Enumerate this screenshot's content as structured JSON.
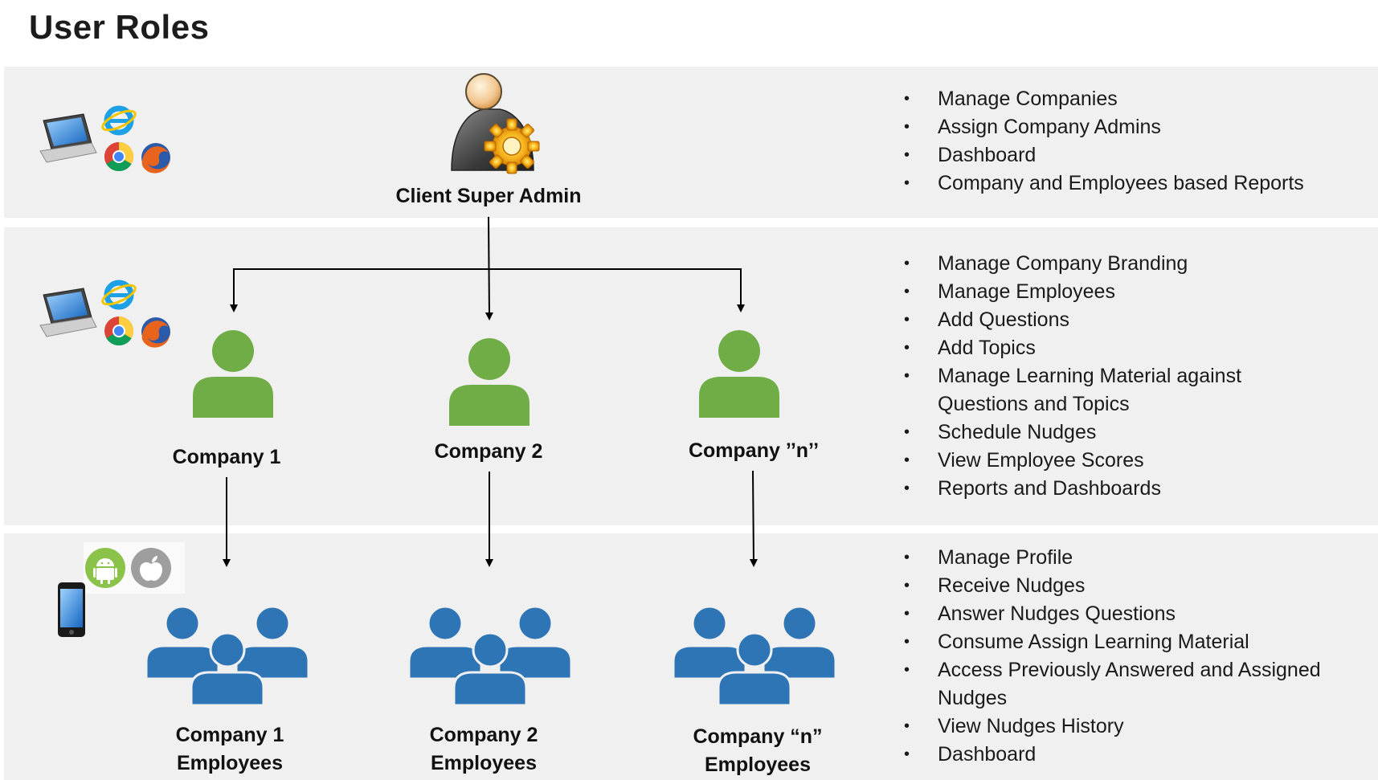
{
  "title": "User Roles",
  "super_admin": {
    "label": "Client Super Admin",
    "permissions": [
      "Manage Companies",
      "Assign Company Admins",
      "Dashboard",
      "Company and Employees based Reports"
    ]
  },
  "companies": [
    {
      "label": "Company 1",
      "employees_line1": "Company 1",
      "employees_line2": "Employees"
    },
    {
      "label": "Company 2",
      "employees_line1": "Company 2",
      "employees_line2": "Employees"
    },
    {
      "label": "Company ’’n’’",
      "employees_line1": "Company “n”",
      "employees_line2": "Employees"
    }
  ],
  "company_admin_permissions": [
    "Manage Company Branding",
    "Manage Employees",
    "Add Questions",
    "Add Topics",
    "Manage Learning Material against Questions and Topics",
    "Schedule Nudges",
    "View Employee Scores",
    "Reports and Dashboards"
  ],
  "employee_permissions": [
    "Manage Profile",
    "Receive Nudges",
    "Answer Nudges Questions",
    "Consume Assign Learning Material",
    "Access Previously Answered and Assigned Nudges",
    "View Nudges History",
    "Dashboard"
  ],
  "platform_icons": {
    "web": [
      "laptop-icon",
      "internet-explorer-icon",
      "chrome-icon",
      "firefox-icon"
    ],
    "mobile": [
      "smartphone-icon",
      "android-icon",
      "apple-icon"
    ]
  },
  "colors": {
    "band": "#f0f0f0",
    "company_green": "#70ad47",
    "employee_blue": "#2e75b6",
    "connector": "#000000"
  }
}
